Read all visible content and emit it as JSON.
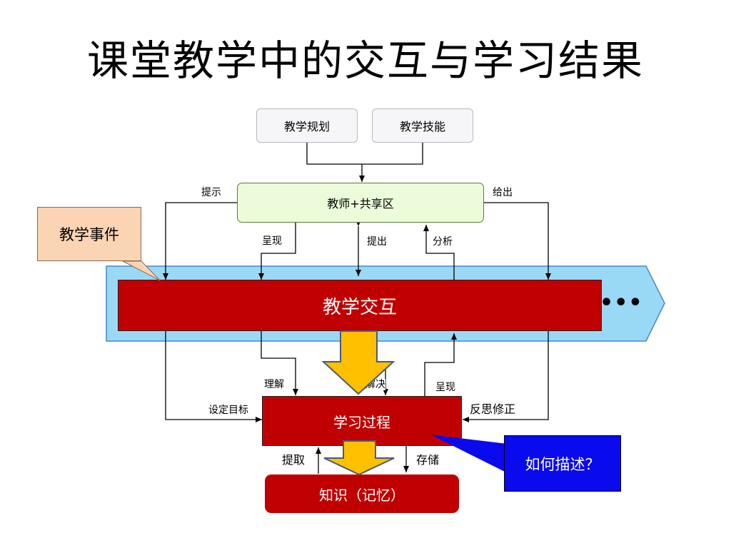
{
  "title": "课堂教学中的交互与学习结果",
  "boxes": {
    "planning": "教学规划",
    "skills": "教学技能",
    "teacher": "教师+共享区",
    "interaction": "教学交互",
    "learning": "学习过程",
    "knowledge": "知识（记忆）",
    "event_callout": "教学事件",
    "describe_callout": "如何描述？"
  },
  "labels": {
    "hint": "提示",
    "give": "给出",
    "present_top": "呈现",
    "raise": "提出",
    "analyze": "分析",
    "understand": "理解",
    "solve": "解决",
    "present_bottom": "呈现",
    "set_goal": "设定目标",
    "reflect": "反思修正",
    "retrieve": "提取",
    "store": "存储"
  },
  "continuation": "•••",
  "colors": {
    "red": "#c00000",
    "light_blue": "#99d9f5",
    "yellow": "#ffc000",
    "blue": "#0a0aee",
    "peach": "#fbd4b4",
    "light_green": "#ecfbd9"
  }
}
